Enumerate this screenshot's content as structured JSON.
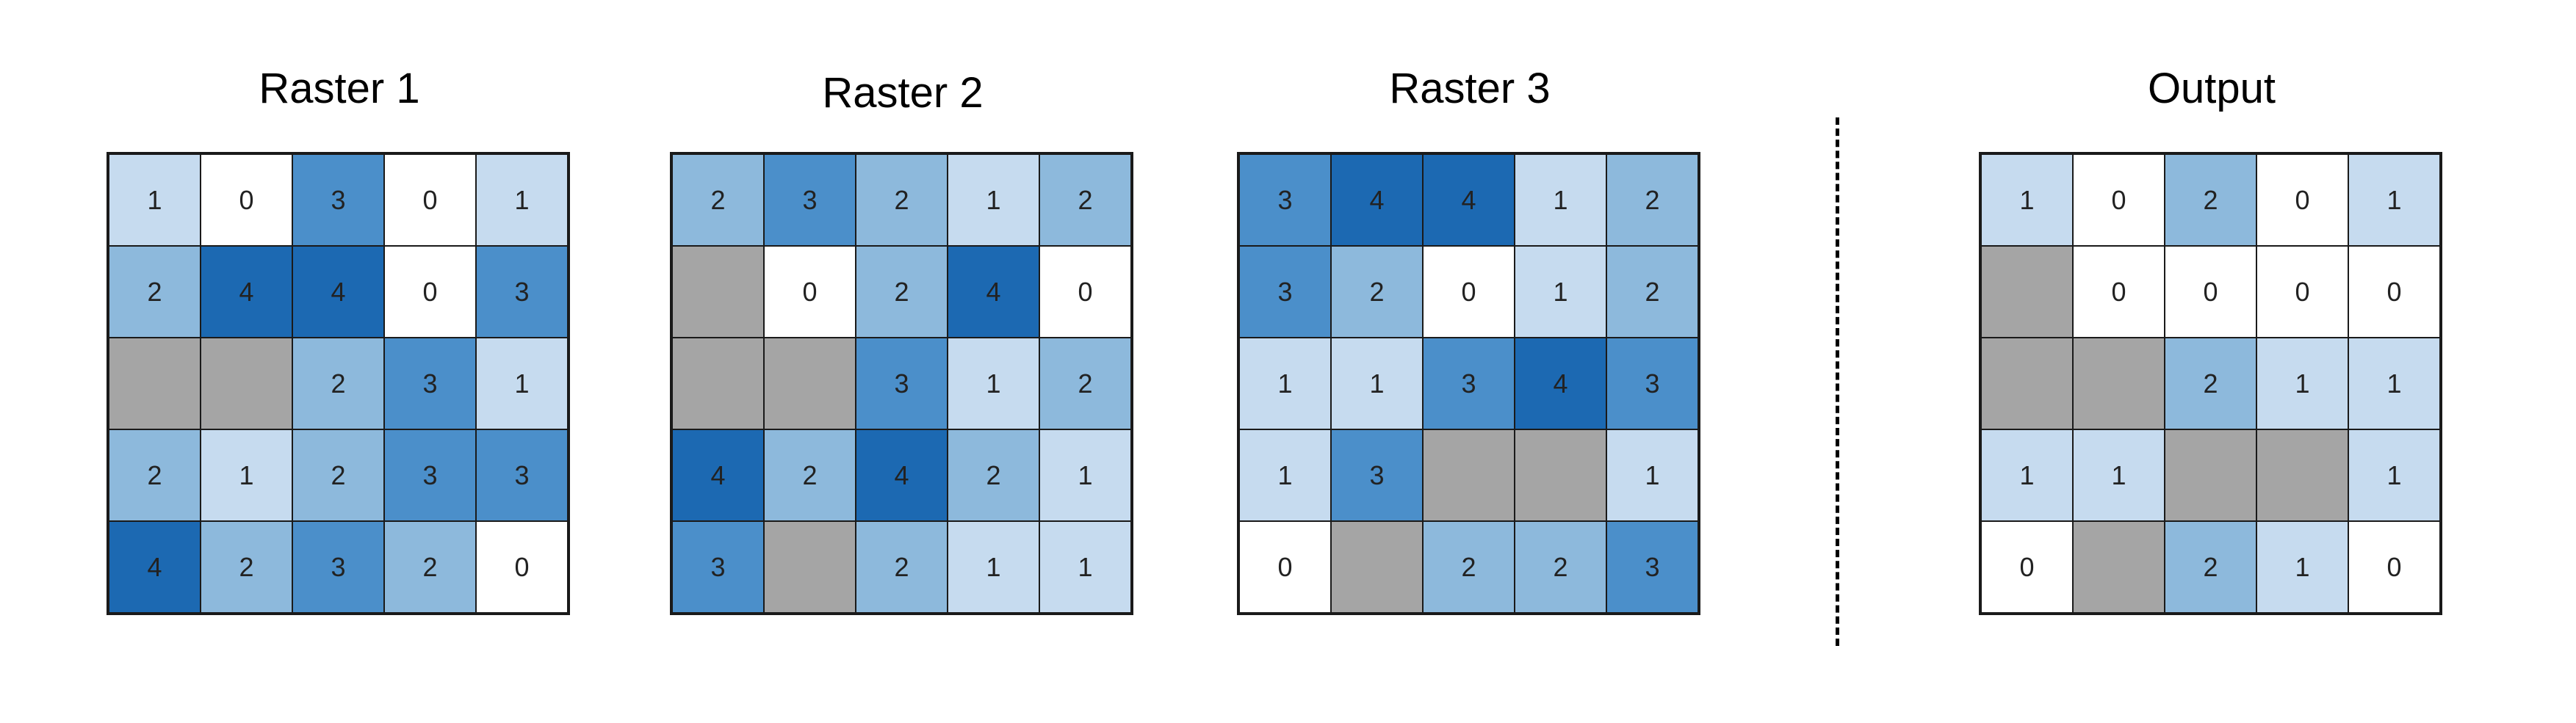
{
  "colors": {
    "0": "#ffffff",
    "1": "#c6dbef",
    "2": "#8db9dc",
    "3": "#4b8fca",
    "4": "#1c69b2",
    "null": "#a5a5a5"
  },
  "panels": [
    {
      "title": "Raster 1",
      "grid": [
        [
          1,
          0,
          3,
          0,
          1
        ],
        [
          2,
          4,
          4,
          0,
          3
        ],
        [
          null,
          null,
          2,
          3,
          1
        ],
        [
          2,
          1,
          2,
          3,
          3
        ],
        [
          4,
          2,
          3,
          2,
          0
        ]
      ]
    },
    {
      "title": "Raster 2",
      "grid": [
        [
          2,
          3,
          2,
          1,
          2
        ],
        [
          null,
          0,
          2,
          4,
          0
        ],
        [
          null,
          null,
          3,
          1,
          2
        ],
        [
          4,
          2,
          4,
          2,
          1
        ],
        [
          3,
          null,
          2,
          1,
          1
        ]
      ]
    },
    {
      "title": "Raster 3",
      "grid": [
        [
          3,
          4,
          4,
          1,
          2
        ],
        [
          3,
          2,
          0,
          1,
          2
        ],
        [
          1,
          1,
          3,
          4,
          3
        ],
        [
          1,
          3,
          null,
          null,
          1
        ],
        [
          0,
          null,
          2,
          2,
          3
        ]
      ]
    },
    {
      "title": "Output",
      "grid": [
        [
          1,
          0,
          2,
          0,
          1
        ],
        [
          null,
          0,
          0,
          0,
          0
        ],
        [
          null,
          null,
          2,
          1,
          1
        ],
        [
          1,
          1,
          null,
          null,
          1
        ],
        [
          0,
          null,
          2,
          1,
          0
        ]
      ]
    }
  ]
}
